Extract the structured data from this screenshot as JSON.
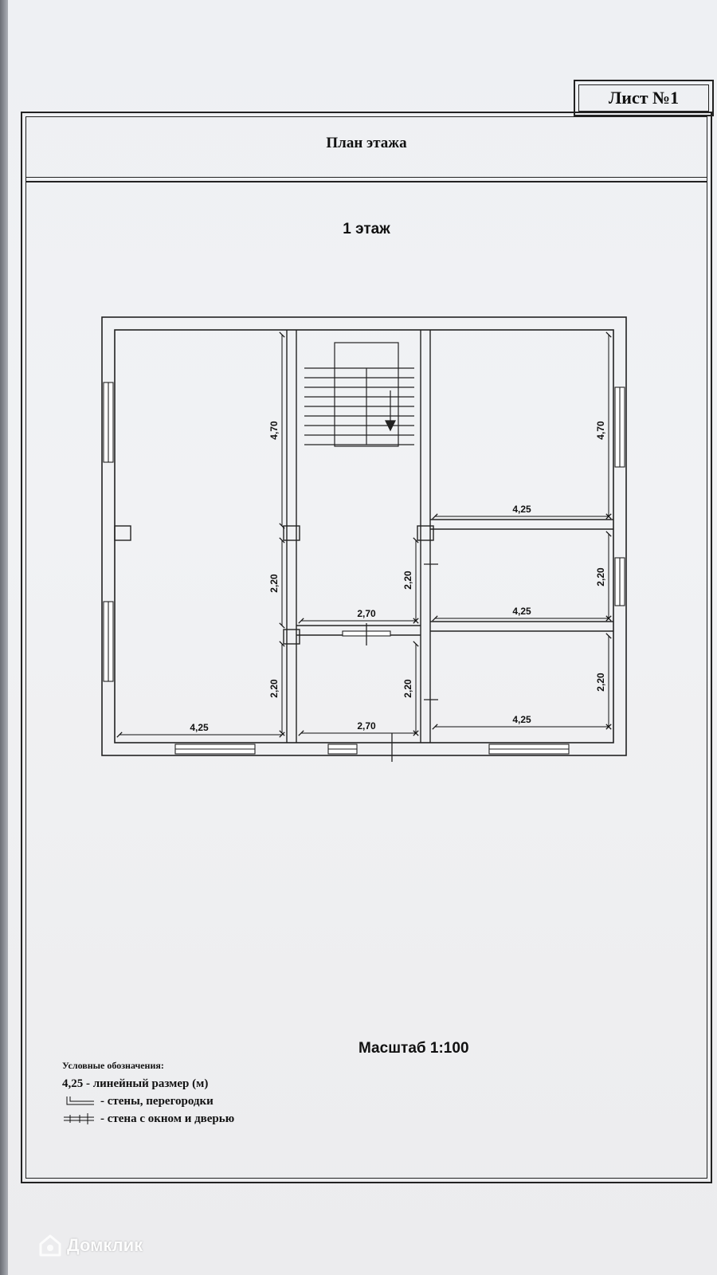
{
  "sheet": {
    "number_label": "Лист №1"
  },
  "plan": {
    "title": "План этажа",
    "floor_label": "1 этаж",
    "scale_label": "Масштаб 1:100"
  },
  "rooms": [
    {
      "id": "left-large",
      "width_label": "4,25",
      "height_label": "4,70",
      "height_label_2": "2,20",
      "height_label_3": "2,20"
    },
    {
      "id": "stair-hall",
      "width_label": "2,70",
      "height_label": "2,20"
    },
    {
      "id": "small-center",
      "width_label": "2,70",
      "height_label": "2,20"
    },
    {
      "id": "right-top",
      "width_label": "4,25",
      "height_label": "4,70"
    },
    {
      "id": "right-middle",
      "width_label": "4,25",
      "height_label": "2,20"
    },
    {
      "id": "right-bottom",
      "width_label": "4,25",
      "height_label": "2,20"
    }
  ],
  "legend": {
    "heading": "Условные обозначения:",
    "items": [
      {
        "label": "4,25 - линейный размер (м)"
      },
      {
        "label": "- стены, перегородки"
      },
      {
        "label": "- стена с окном и дверью"
      }
    ]
  },
  "watermark": {
    "label": "Домклик"
  }
}
